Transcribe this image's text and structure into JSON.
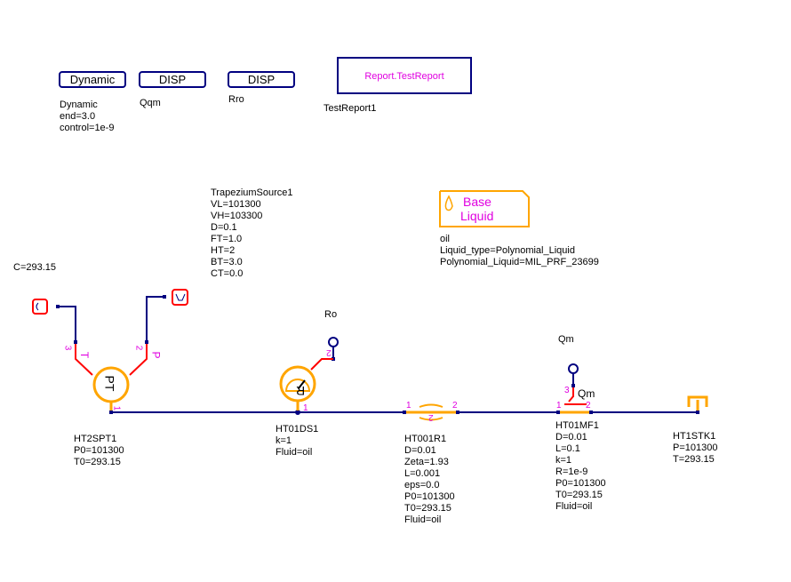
{
  "blocks": {
    "dynamic": "Dynamic",
    "disp1": "DISP",
    "disp2": "DISP",
    "report": "Report.TestReport"
  },
  "labels": {
    "dynamic": [
      "Dynamic",
      "end=3.0",
      "control=1e-9"
    ],
    "qqm": "Qqm",
    "rro": "Rro",
    "report": "TestReport1",
    "trap": [
      "TrapeziumSource1",
      "VL=101300",
      "VH=103300",
      "D=0.1",
      "FT=1.0",
      "HT=2",
      "BT=3.0",
      "CT=0.0"
    ],
    "liquid_title": [
      "Base",
      "Liquid"
    ],
    "liquid": [
      "oil",
      "Liquid_type=Polynomial_Liquid",
      "Polynomial_Liquid=MIL_PRF_23699"
    ],
    "c": "C=293.15",
    "ro": "Ro",
    "qm": "Qm",
    "pt": [
      "HT2SPT1",
      "P0=101300",
      "T0=293.15"
    ],
    "ds": [
      "HT01DS1",
      "k=1",
      "Fluid=oil"
    ],
    "r1": [
      "HT001R1",
      "D=0.01",
      "Zeta=1.93",
      "L=0.001",
      "eps=0.0",
      "P0=101300",
      "T0=293.15",
      "Fluid=oil"
    ],
    "mf": [
      "HT01MF1",
      "D=0.01",
      "L=0.1",
      "k=1",
      "R=1e-9",
      "P0=101300",
      "T0=293.15",
      "Fluid=oil"
    ],
    "tk": [
      "HT1STK1",
      "P=101300",
      "T=293.15"
    ]
  },
  "symbols": {
    "pt": "PT",
    "r": "R",
    "c": "C",
    "t": "T",
    "p": "P",
    "qm_tag": "Qm",
    "pin1": "1",
    "pin2": "2",
    "pin3": "3"
  },
  "colors": {
    "wire": "#000080",
    "component": "#ffa500",
    "signal": "#ff0000",
    "pin": "#e000e0"
  }
}
